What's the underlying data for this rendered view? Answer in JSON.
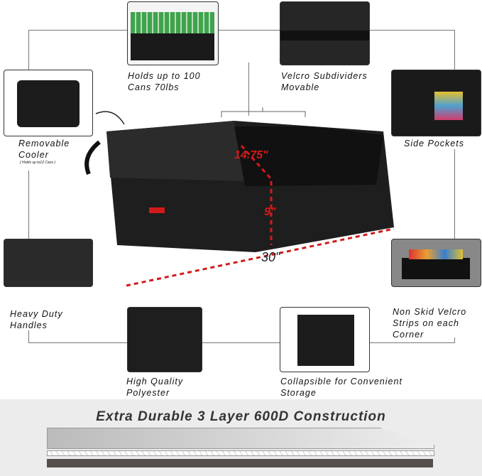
{
  "features": {
    "cans": "Holds up to 100 Cans 70lbs",
    "velcro": "Velcro Subdividers Movable",
    "cooler": "Removable Cooler",
    "cooler_note": "( Holds up to12 Cans )",
    "pockets": "Side Pockets",
    "handles": "Heavy Duty Handles",
    "strips": "Non Skid Velcro Strips on each Corner",
    "polyester": "High Quality Polyester",
    "collapsible": "Collapsible for Convenient Storage"
  },
  "dimensions": {
    "depth": "14.75\"",
    "height": "9\"",
    "length": "30\""
  },
  "banner": "Extra Durable 3 Layer 600D Construction",
  "colors": {
    "dimension": "#d21a1a",
    "product": "#1e1e1e",
    "banner_bg": "#ececec"
  }
}
